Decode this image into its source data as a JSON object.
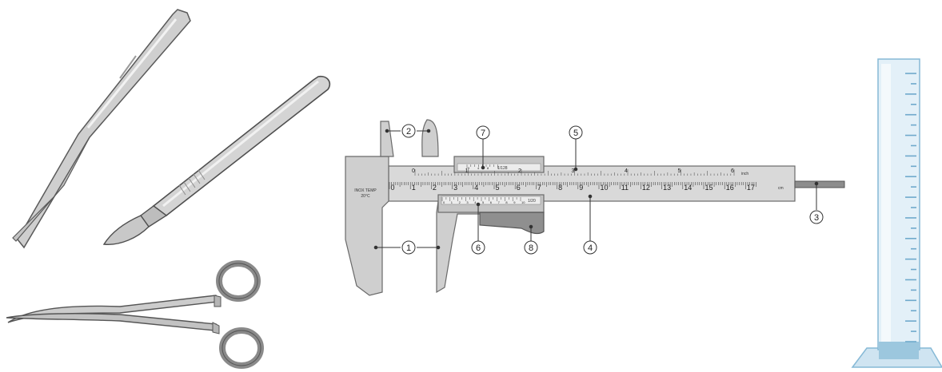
{
  "colors": {
    "steel_light": "#dcdcdc",
    "steel_mid": "#bdbdbd",
    "steel_dark": "#8a8a8a",
    "outline": "#555555",
    "glass_fill": "#cfe4f1",
    "glass_edge": "#86b9d6",
    "liquid": "#9cc7de",
    "scale_marks": "#6fa9cc",
    "callout_stroke": "#333333"
  },
  "tools": {
    "tweezers": {
      "icon": "tweezers-icon"
    },
    "scalpel": {
      "icon": "scalpel-icon"
    },
    "forceps": {
      "icon": "hemostat-forceps-icon"
    },
    "cylinder": {
      "icon": "graduated-cylinder-icon",
      "major_ticks": 13,
      "minor_per_major": 1
    }
  },
  "caliper": {
    "engraving": {
      "line1": "INOX TEMP",
      "line2": "20°C"
    },
    "cm_scale": {
      "labels": [
        "0",
        "1",
        "2",
        "3",
        "4",
        "5",
        "6",
        "7",
        "8",
        "9",
        "10",
        "11",
        "12",
        "13",
        "14",
        "15",
        "16",
        "17"
      ],
      "unit": "cm"
    },
    "inch_scale": {
      "labels": [
        "0",
        "1",
        "2",
        "3",
        "4",
        "5",
        "6"
      ],
      "unit": "inch"
    },
    "vernier_metric": {
      "labels": [
        "0",
        "1",
        "2",
        "3",
        "4",
        "5",
        "6",
        "7",
        "8",
        "9",
        "10"
      ],
      "fraction": "1/20"
    },
    "vernier_inch": {
      "labels": [
        "0",
        "4",
        "8"
      ],
      "fraction": "1/128"
    },
    "callouts": [
      "1",
      "2",
      "3",
      "4",
      "5",
      "6",
      "7",
      "8"
    ]
  }
}
